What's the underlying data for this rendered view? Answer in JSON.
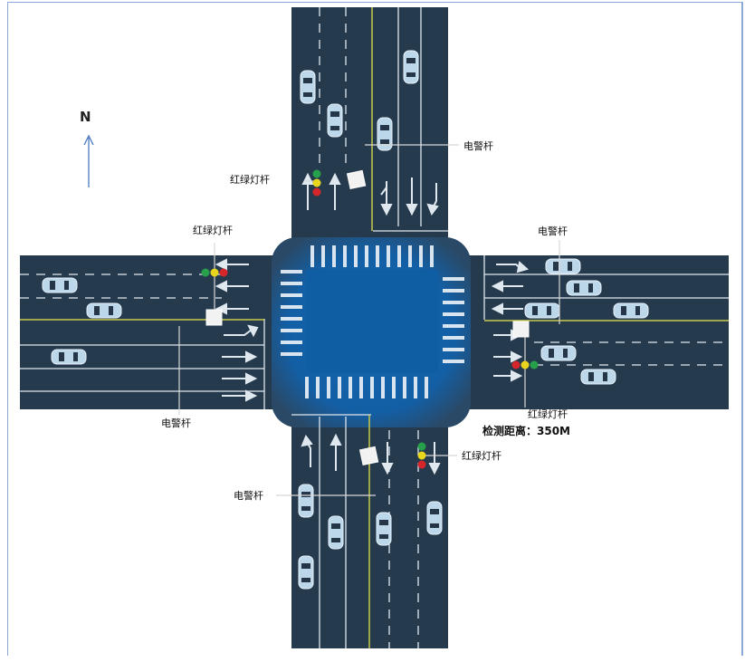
{
  "compass": {
    "label": "N"
  },
  "labels": {
    "police_pole_north": "电警杆",
    "police_pole_east": "电警杆",
    "police_pole_west": "电警杆",
    "police_pole_south": "电警杆",
    "signal_pole_north": "红绿灯杆",
    "signal_pole_west": "红绿灯杆",
    "signal_pole_east": "红绿灯杆",
    "signal_pole_south": "红绿灯杆"
  },
  "detection": {
    "text": "检测距离：350M"
  },
  "colors": {
    "road": "#263a4e",
    "intersection": "#0f5ea3",
    "lane_line": "#dfe7ef",
    "center_line": "#c9c94a",
    "car": "#bcd6ea",
    "signal_red": "#d4262b",
    "signal_yellow": "#e8d51c",
    "signal_green": "#26a04a"
  }
}
